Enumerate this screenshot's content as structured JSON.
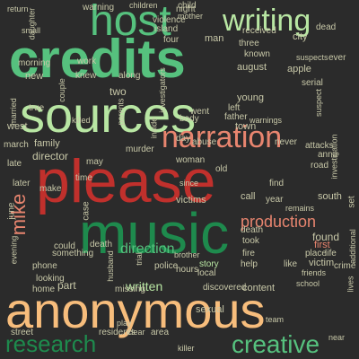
{
  "palette": {
    "background": "#2b2b2b",
    "light_green": "#b8e6a3",
    "mid_green": "#56c17e",
    "dark_green": "#1e8a4d",
    "red": "#c0302c",
    "salmon": "#e8856f",
    "peach": "#f7bd7c",
    "muted": "#c8c8a8"
  },
  "words": [
    "credits",
    "host",
    "writing",
    "sources",
    "please",
    "narration",
    "music",
    "anonymous",
    "research",
    "creative",
    "mike",
    "production",
    "direction",
    "written",
    "director",
    "murder",
    "family",
    "victims",
    "phone",
    "story",
    "young",
    "father",
    "man",
    "investigation",
    "remains",
    "crimes",
    "killer",
    "missing",
    "discovered",
    "sexual",
    "residents",
    "street",
    "police",
    "city",
    "home",
    "found",
    "first",
    "place",
    "life",
    "crime",
    "death",
    "school",
    "two",
    "four",
    "three",
    "town",
    "body",
    "case",
    "night",
    "august",
    "apple",
    "return",
    "island",
    "hours",
    "mother",
    "child",
    "time",
    "call",
    "south",
    "later",
    "west",
    "march",
    "evening",
    "june",
    "knew",
    "went",
    "new",
    "late",
    "left",
    "could",
    "looking",
    "make",
    "took",
    "help",
    "something",
    "work",
    "dead",
    "children",
    "warning",
    "warnings",
    "true",
    "married",
    "husband",
    "daughter",
    "friends",
    "parents",
    "lives",
    "suspect",
    "attacks",
    "anna",
    "road",
    "day",
    "abuse",
    "small",
    "along",
    "fire",
    "local",
    "content",
    "part",
    "near",
    "area",
    "clear",
    "play",
    "morning",
    "couple",
    "known",
    "received",
    "serial",
    "suspects",
    "trial",
    "ever",
    "year",
    "set",
    "investigators",
    "inside",
    "since",
    "like",
    "victim",
    "additional",
    "may",
    "never",
    "woman",
    "brother",
    "old",
    "violence",
    "killed",
    "team",
    "find"
  ]
}
